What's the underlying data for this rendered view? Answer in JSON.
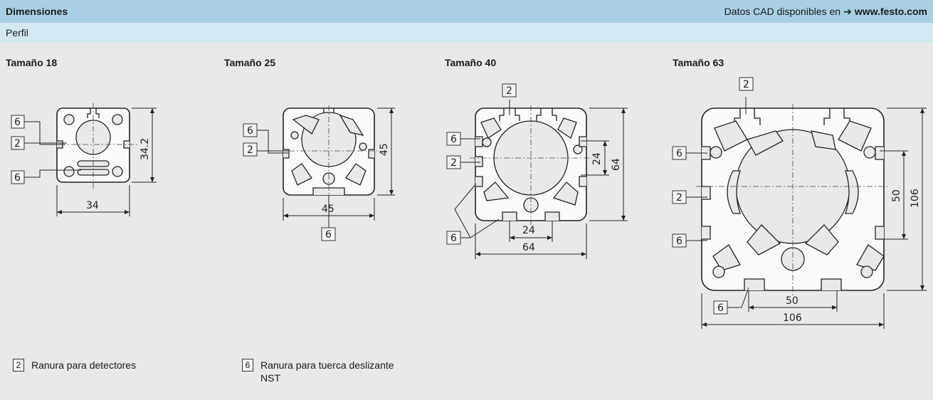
{
  "header": {
    "title": "Dimensiones",
    "cad_prefix": "Datos CAD disponibles en",
    "cad_url": "www.festo.com"
  },
  "subheader": {
    "label": "Perfil"
  },
  "sizes": [
    {
      "title": "Tamaño 18",
      "dim_width": "34",
      "dim_height": "34.2",
      "callouts": [
        "6",
        "2",
        "6"
      ]
    },
    {
      "title": "Tamaño 25",
      "dim_width": "45",
      "dim_height": "45",
      "callouts": [
        "6",
        "2",
        "6"
      ]
    },
    {
      "title": "Tamaño 40",
      "dim_width": "64",
      "dim_height": "64",
      "dim_inner_w": "24",
      "dim_inner_h": "24",
      "callouts": [
        "2",
        "6",
        "2",
        "6"
      ]
    },
    {
      "title": "Tamaño 63",
      "dim_width": "106",
      "dim_height": "106",
      "dim_inner_w": "50",
      "dim_inner_h": "50",
      "callouts": [
        "2",
        "6",
        "2",
        "6",
        "6"
      ]
    }
  ],
  "legend": [
    {
      "num": "2",
      "text": "Ranura para detectores"
    },
    {
      "num": "6",
      "text": "Ranura para tuerca deslizante",
      "text2": "NST"
    }
  ]
}
